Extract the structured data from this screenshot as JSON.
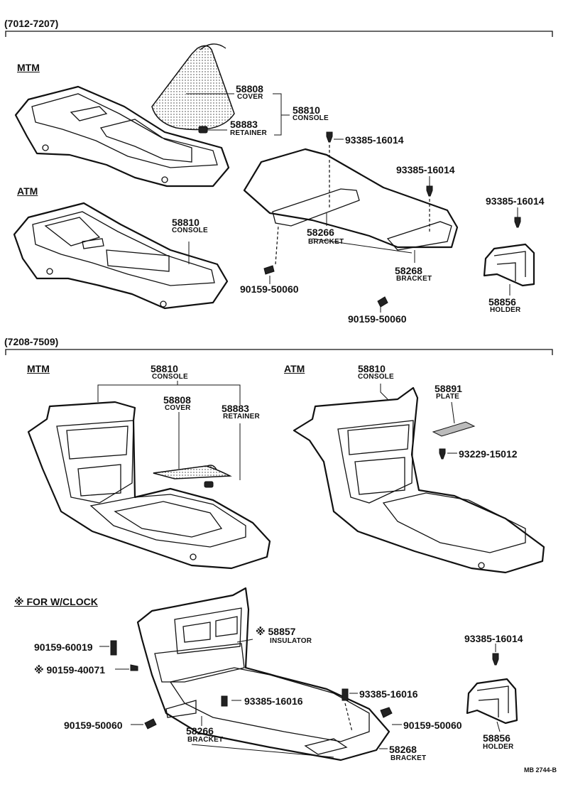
{
  "sections": {
    "top": {
      "range": "(7012-7207)"
    },
    "bottom": {
      "range": "(7208-7509)"
    }
  },
  "top": {
    "mtm": "MTM",
    "atm": "ATM",
    "p58808": {
      "num": "58808",
      "name": "COVER"
    },
    "p58883": {
      "num": "58883",
      "name": "RETAINER"
    },
    "p58810_group": {
      "num": "58810",
      "name": "CONSOLE"
    },
    "p58810_atm": {
      "num": "58810",
      "name": "CONSOLE"
    },
    "bolt_a": "93385-16014",
    "bolt_b": "93385-16014",
    "bolt_c": "93385-16014",
    "p58266": {
      "num": "58266",
      "name": "BRACKET"
    },
    "p58268": {
      "num": "58268",
      "name": "BRACKET"
    },
    "p58856": {
      "num": "58856",
      "name": "HOLDER"
    },
    "screw_a": "90159-50060",
    "screw_b": "90159-50060"
  },
  "bottom": {
    "mtm": "MTM",
    "atm": "ATM",
    "mtm_console": {
      "num": "58810",
      "name": "CONSOLE"
    },
    "mtm_cover": {
      "num": "58808",
      "name": "COVER"
    },
    "mtm_retainer": {
      "num": "58883",
      "name": "RETAINER"
    },
    "atm_console": {
      "num": "58810",
      "name": "CONSOLE"
    },
    "atm_plate": {
      "num": "58891",
      "name": "PLATE"
    },
    "screw_plate": "93229-15012",
    "clock_note": "※ FOR W/CLOCK",
    "bolt_d": "90159-60019",
    "bolt_e": "※ 90159-40071",
    "insulator": {
      "num": "※ 58857",
      "name": "INSULATOR"
    },
    "bolt_f": "93385-16016",
    "bolt_g": "93385-16016",
    "bolt_h": "93385-16014",
    "screw_c": "90159-50060",
    "screw_d": "90159-50060",
    "p58266": {
      "num": "58266",
      "name": "BRACKET"
    },
    "p58268": {
      "num": "58268",
      "name": "BRACKET"
    },
    "p58856": {
      "num": "58856",
      "name": "HOLDER"
    },
    "ref": "MB 2744-B"
  }
}
